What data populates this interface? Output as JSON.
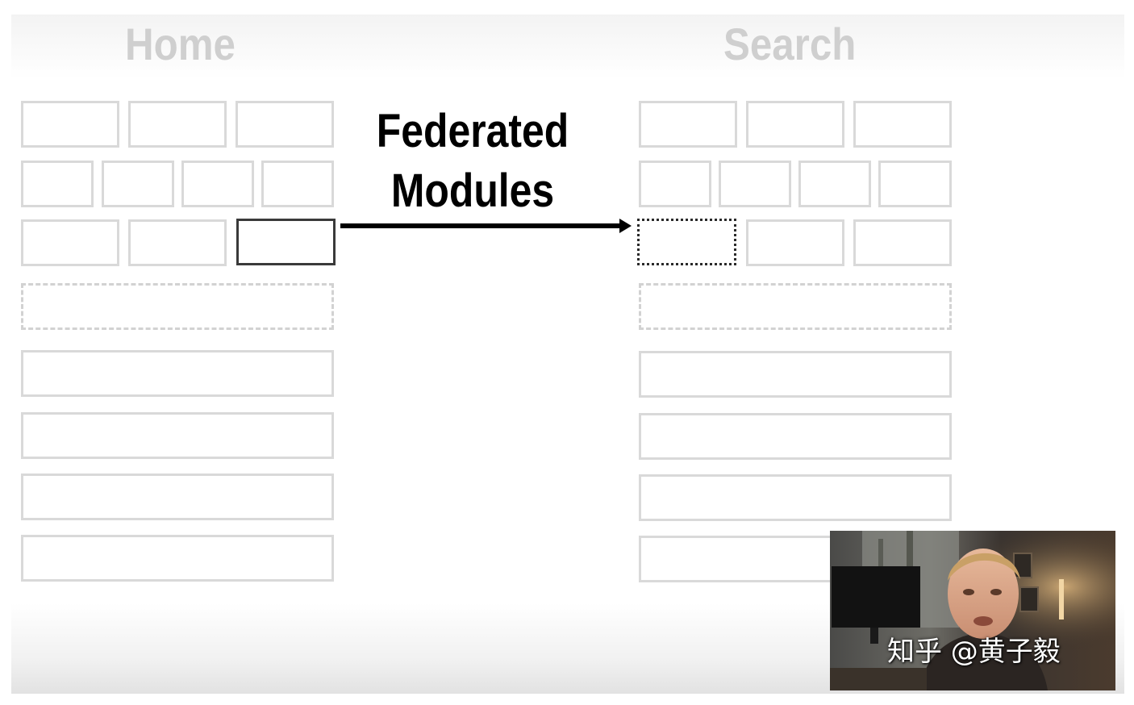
{
  "left_column": {
    "title": "Home"
  },
  "right_column": {
    "title": "Search"
  },
  "connector": {
    "line1": "Federated",
    "line2": "Modules"
  },
  "overlay": {
    "watermark": "知乎 @黄子毅"
  },
  "colors": {
    "outline": "#d9d9d9",
    "highlight": "#3a3a3a",
    "label": "#000000",
    "title": "#cfcfcf"
  }
}
